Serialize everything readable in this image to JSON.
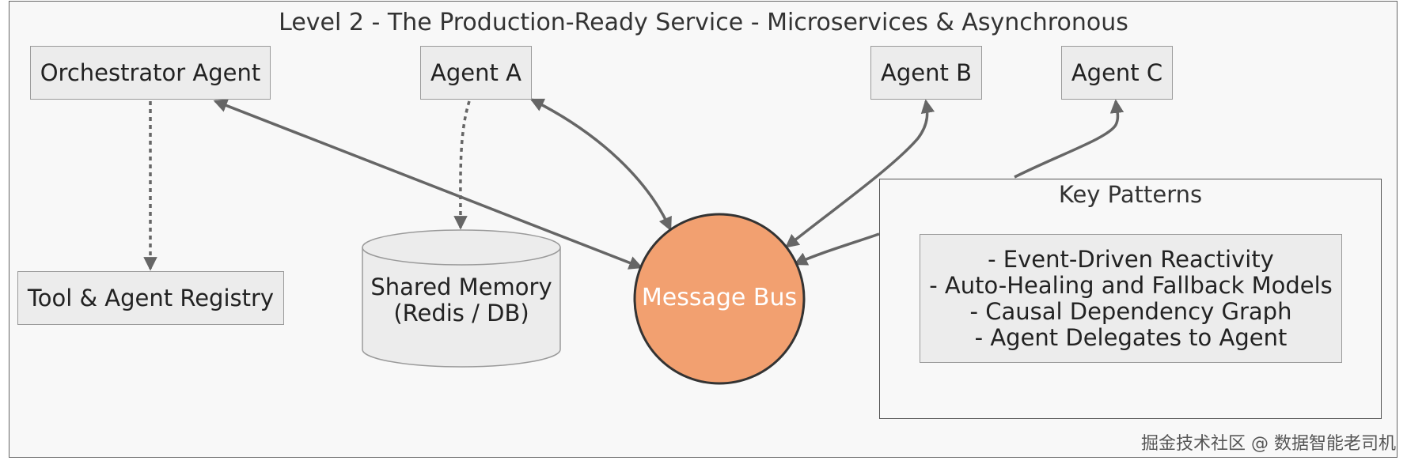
{
  "title": "Level 2 - The Production-Ready Service - Microservices & Asynchronous",
  "nodes": {
    "orchestrator": "Orchestrator Agent",
    "agent_a": "Agent A",
    "agent_b": "Agent B",
    "agent_c": "Agent C",
    "registry": "Tool & Agent Registry",
    "memory_line1": "Shared Memory",
    "memory_line2": "(Redis / DB)",
    "bus": "Message Bus"
  },
  "key_patterns": {
    "title": "Key Patterns",
    "items": [
      "- Event-Driven Reactivity",
      "- Auto-Healing and Fallback Models",
      "- Causal Dependency Graph",
      "- Agent Delegates to Agent"
    ]
  },
  "colors": {
    "bus_fill": "#f2a070",
    "node_fill": "#ececec",
    "edge": "#666666"
  },
  "watermark": "掘金技术社区 @ 数据智能老司机"
}
